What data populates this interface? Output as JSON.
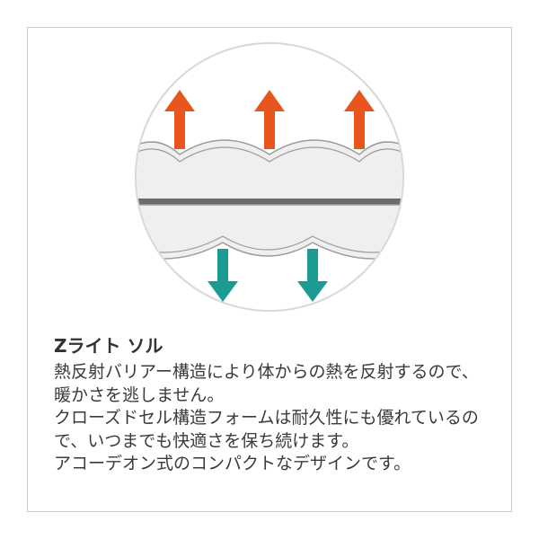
{
  "product": {
    "name": "Zライト ソル",
    "description_lines": [
      "熱反射バリアー構造により体からの熱を反射するので、",
      "暖かさを逃しません。",
      "クローズドセル構造フォームは耐久性にも優れているの",
      "で、いつまでも快適さを保ち続けます。",
      "アコーデオン式のコンパクトなデザインです。"
    ]
  },
  "diagram": {
    "heat_arrow_icon": "up-arrow-icon",
    "cold_arrow_icon": "down-arrow-icon",
    "colors": {
      "heat_arrow": "#e8561e",
      "cold_arrow": "#1c9b94",
      "reflective_layer": "#6b6b6b",
      "foam": "#efefef",
      "foam_outline": "#9c9c9c",
      "circle_outline": "#d8d8d8"
    }
  }
}
